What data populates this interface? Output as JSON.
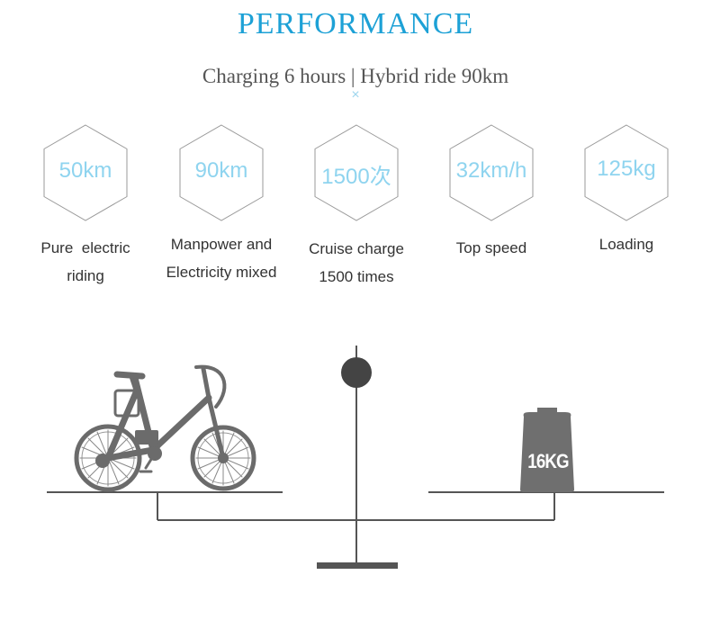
{
  "header": {
    "title": "PERFORMANCE",
    "subtitle": "Charging 6 hours | Hybrid ride 90km",
    "close_glyph": "×"
  },
  "specs": [
    {
      "value": "50km",
      "label_line1": "Pure  electric",
      "label_line2": "riding"
    },
    {
      "value": "90km",
      "label_line1": "Manpower and",
      "label_line2": "Electricity mixed"
    },
    {
      "value": "1500次",
      "label_line1": "Cruise charge",
      "label_line2": "1500 times"
    },
    {
      "value": "32km/h",
      "label_line1": "Top speed",
      "label_line2": ""
    },
    {
      "value": "125kg",
      "label_line1": "Loading",
      "label_line2": ""
    }
  ],
  "illustration": {
    "weight_label": "16KG",
    "icons": [
      "bicycle-icon",
      "balance-scale-icon",
      "weight-icon"
    ]
  },
  "colors": {
    "accent": "#1da1d6",
    "hex_text": "#8fd4ef",
    "hex_stroke": "#9a9a9a",
    "scale": "#555555",
    "bike": "#6b6b6b"
  }
}
